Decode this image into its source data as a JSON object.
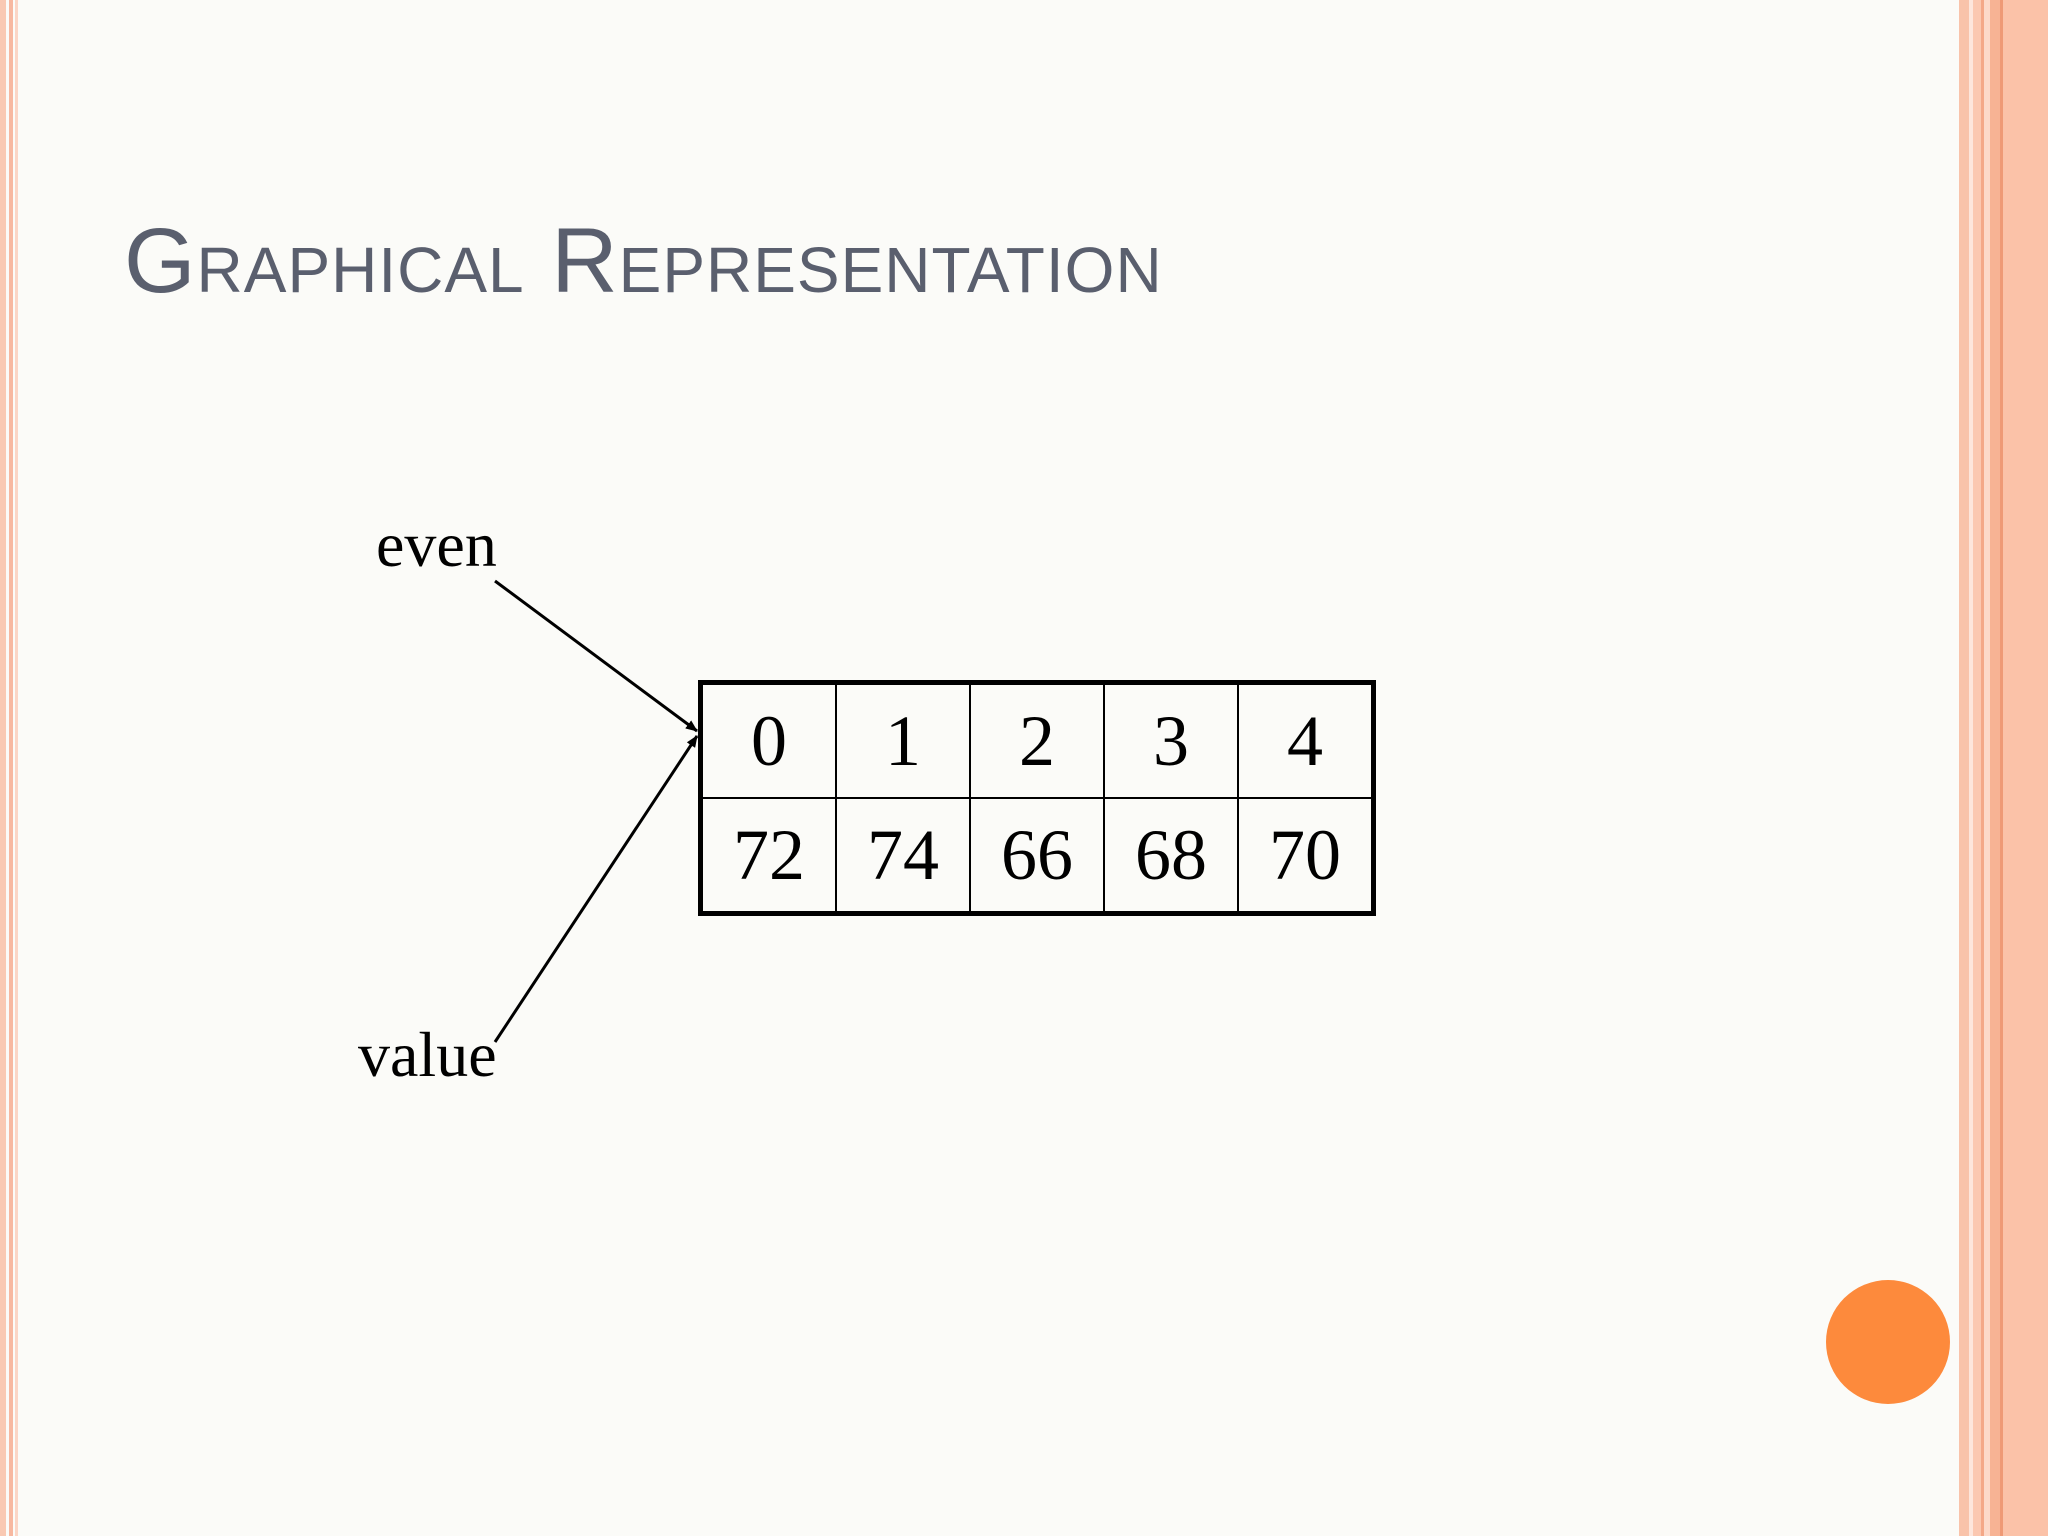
{
  "slide": {
    "title": "Graphical Representation"
  },
  "diagram": {
    "pointers": [
      {
        "label": "even"
      },
      {
        "label": "value"
      }
    ],
    "array": {
      "indices": [
        "0",
        "1",
        "2",
        "3",
        "4"
      ],
      "values": [
        "72",
        "74",
        "66",
        "68",
        "70"
      ]
    }
  },
  "colors": {
    "title": "#5a5f6e",
    "accent_circle": "#fd8a3c",
    "border_stripe": "#f7b394",
    "background": "#fbfbf8"
  }
}
